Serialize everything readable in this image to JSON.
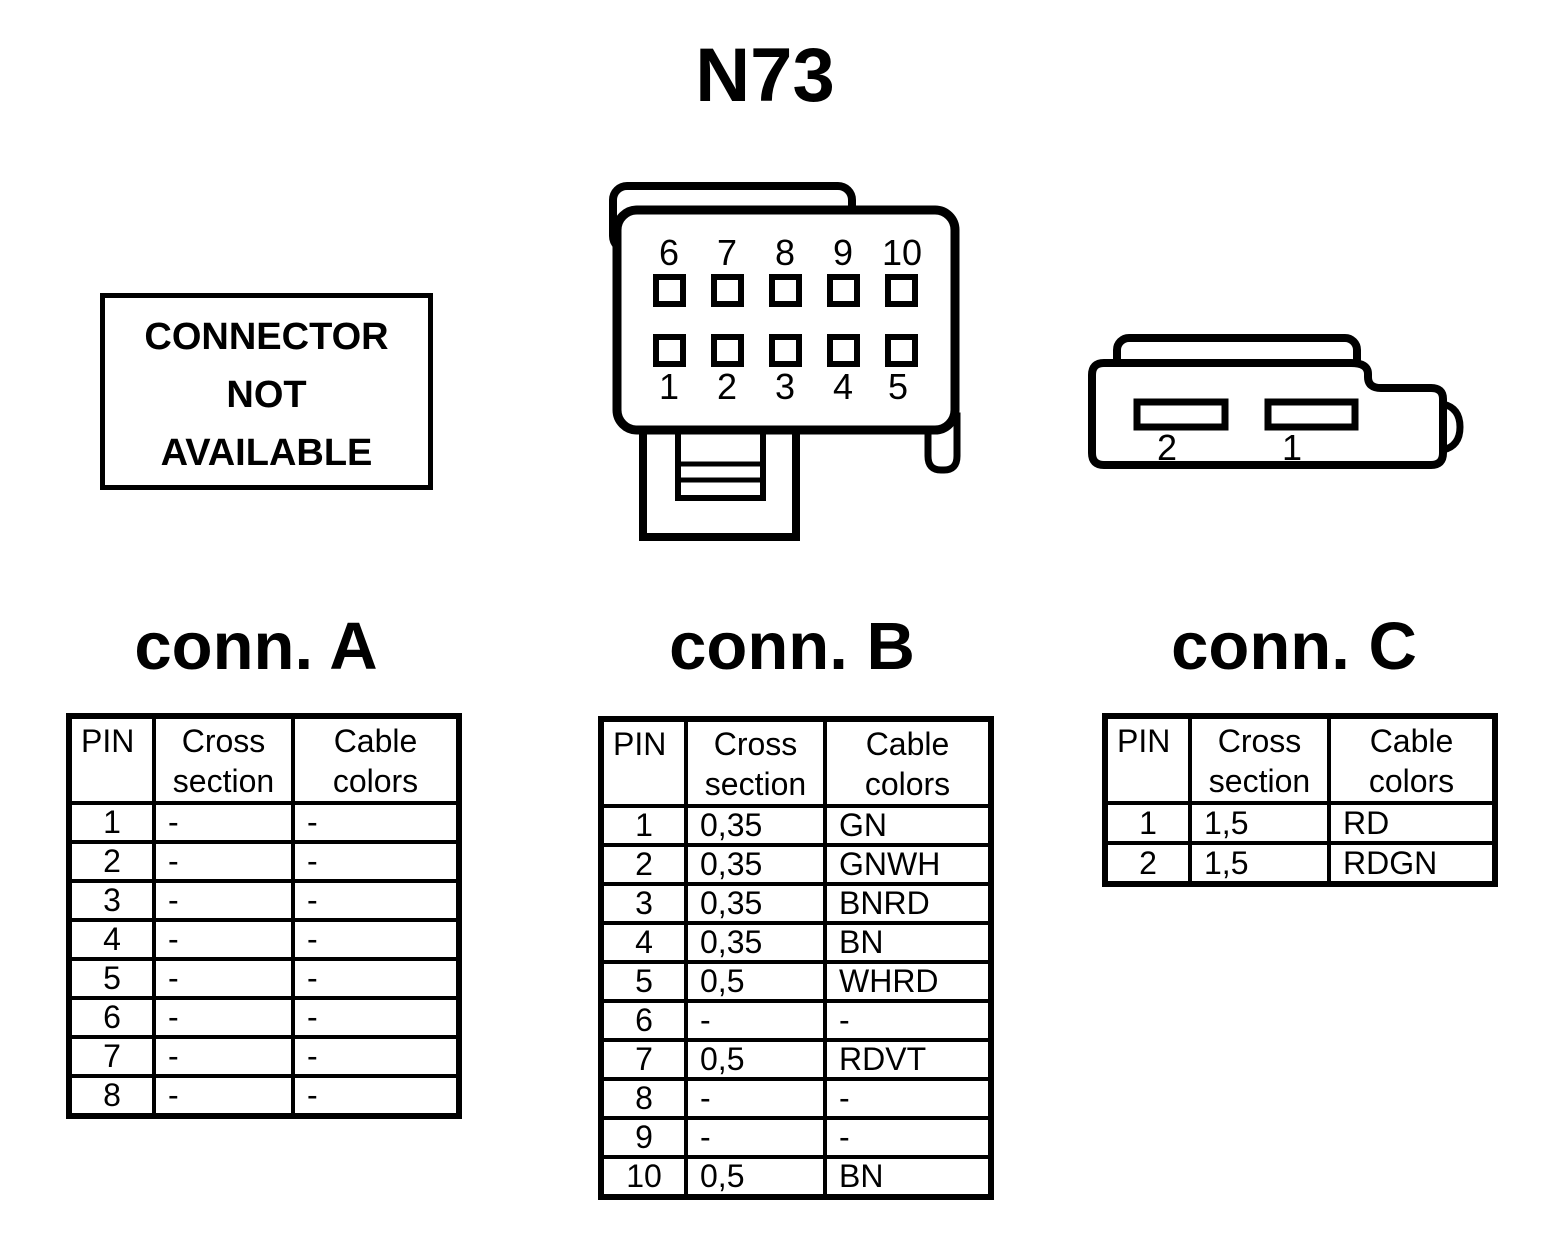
{
  "page": {
    "title": "N73",
    "background": "#ffffff",
    "ink": "#000000"
  },
  "not_available_box": {
    "lines": [
      "CONNECTOR",
      "NOT",
      "AVAILABLE"
    ]
  },
  "drawings": {
    "connector_b": {
      "top_pins": [
        "6",
        "7",
        "8",
        "9",
        "10"
      ],
      "bottom_pins": [
        "1",
        "2",
        "3",
        "4",
        "5"
      ]
    },
    "connector_c": {
      "pins": [
        "2",
        "1"
      ]
    }
  },
  "tables": {
    "conn_a": {
      "title": "conn. A",
      "headers": [
        "PIN",
        "Cross section",
        "Cable colors"
      ],
      "rows": [
        [
          "1",
          "-",
          "-"
        ],
        [
          "2",
          "-",
          "-"
        ],
        [
          "3",
          "-",
          "-"
        ],
        [
          "4",
          "-",
          "-"
        ],
        [
          "5",
          "-",
          "-"
        ],
        [
          "6",
          "-",
          "-"
        ],
        [
          "7",
          "-",
          "-"
        ],
        [
          "8",
          "-",
          "-"
        ]
      ]
    },
    "conn_b": {
      "title": "conn. B",
      "headers": [
        "PIN",
        "Cross section",
        "Cable colors"
      ],
      "rows": [
        [
          "1",
          "0,35",
          "GN"
        ],
        [
          "2",
          "0,35",
          "GNWH"
        ],
        [
          "3",
          "0,35",
          "BNRD"
        ],
        [
          "4",
          "0,35",
          "BN"
        ],
        [
          "5",
          "0,5",
          "WHRD"
        ],
        [
          "6",
          "-",
          "-"
        ],
        [
          "7",
          "0,5",
          "RDVT"
        ],
        [
          "8",
          "-",
          "-"
        ],
        [
          "9",
          "-",
          "-"
        ],
        [
          "10",
          "0,5",
          "BN"
        ]
      ]
    },
    "conn_c": {
      "title": "conn. C",
      "headers": [
        "PIN",
        "Cross section",
        "Cable colors"
      ],
      "rows": [
        [
          "1",
          "1,5",
          "RD"
        ],
        [
          "2",
          "1,5",
          "RDGN"
        ]
      ]
    }
  }
}
